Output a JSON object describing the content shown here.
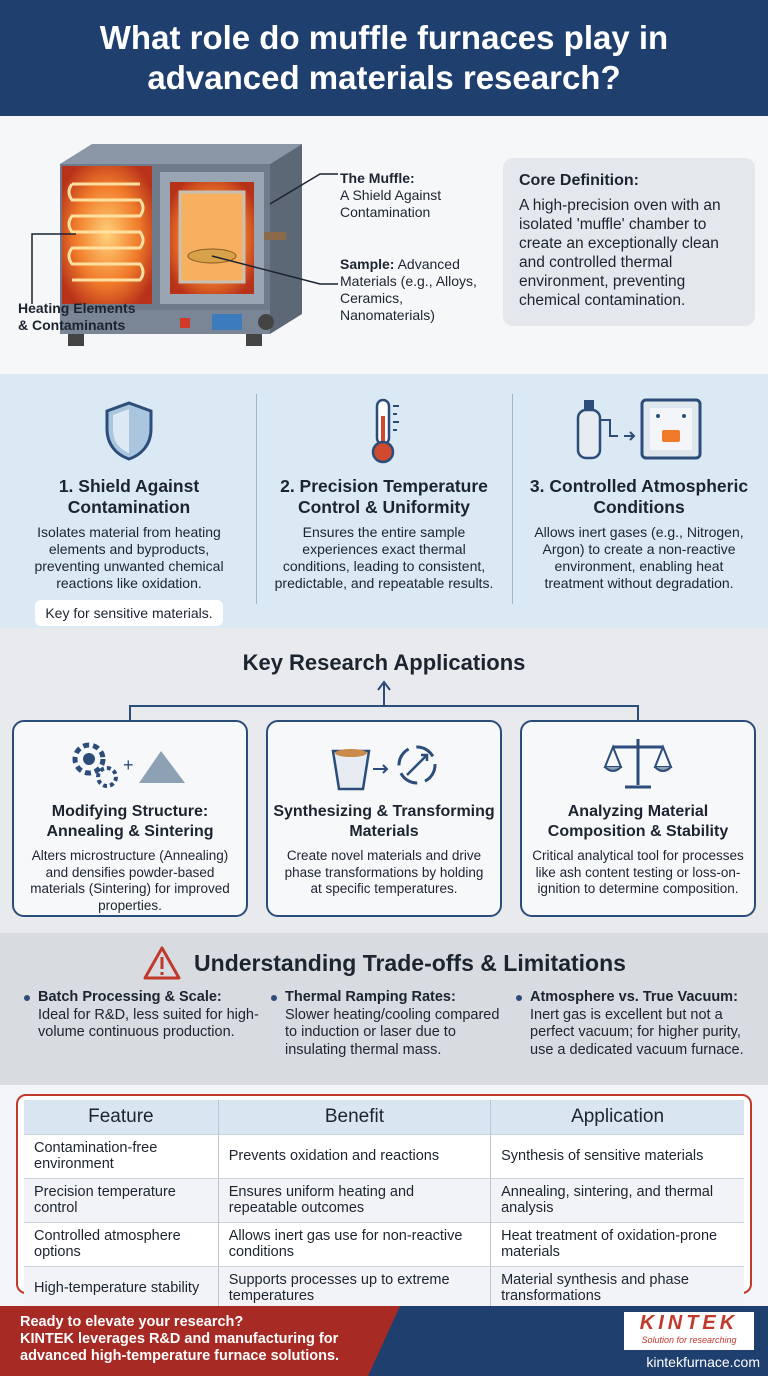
{
  "header": {
    "title": "What role do muffle furnaces play in advanced materials research?"
  },
  "hero": {
    "callouts": {
      "muffle_title": "The Muffle:",
      "muffle_text": "A Shield Against Contamination",
      "sample_title": "Sample:",
      "sample_text": "Advanced Materials (e.g., Alloys, Ceramics, Nanomaterials)",
      "heating": "Heating Elements & Contaminants"
    },
    "definition": {
      "title": "Core Definition:",
      "text": "A high-precision oven with an isolated 'muffle' chamber to create an exceptionally clean and controlled thermal environment, preventing chemical contamination."
    }
  },
  "principles": [
    {
      "title": "1. Shield Against Contamination",
      "text": "Isolates material from heating elements and byproducts, preventing unwanted chemical reactions like oxidation.",
      "note": "Key for sensitive materials.",
      "icon": "shield-icon"
    },
    {
      "title": "2. Precision Temperature Control & Uniformity",
      "text": "Ensures the entire sample experiences exact thermal conditions, leading to consistent, predictable, and repeatable results.",
      "icon": "thermometer-icon"
    },
    {
      "title": "3. Controlled Atmospheric Conditions",
      "text": "Allows inert gases (e.g., Nitrogen, Argon) to create a non-reactive environment, enabling heat treatment without degradation.",
      "icon": "gas-cylinder-icon"
    }
  ],
  "applications": {
    "title": "Key Research Applications",
    "cards": [
      {
        "title": "Modifying Structure: Annealing & Sintering",
        "text": "Alters microstructure (Annealing) and densifies powder-based materials (Sintering) for improved properties.",
        "icon": "gears-powder-icon"
      },
      {
        "title": "Synthesizing & Transforming Materials",
        "text": "Create novel materials and drive phase transformations by holding at specific temperatures.",
        "icon": "crucible-transform-icon"
      },
      {
        "title": "Analyzing Material Composition & Stability",
        "text": "Critical analytical tool for processes like ash content testing or loss-on-ignition to determine composition.",
        "icon": "balance-scale-icon"
      }
    ]
  },
  "tradeoffs": {
    "title": "Understanding Trade-offs & Limitations",
    "items": [
      {
        "title": "Batch Processing & Scale:",
        "text": "Ideal for R&D, less suited for high-volume continuous production."
      },
      {
        "title": "Thermal Ramping Rates:",
        "text": "Slower heating/cooling compared to induction or laser due to insulating thermal mass."
      },
      {
        "title": "Atmosphere vs. True Vacuum:",
        "text": "Inert gas is excellent but not a perfect vacuum; for higher purity, use a dedicated vacuum furnace."
      }
    ]
  },
  "table": {
    "headers": [
      "Feature",
      "Benefit",
      "Application"
    ],
    "rows": [
      [
        "Contamination-free environment",
        "Prevents oxidation and reactions",
        "Synthesis of sensitive materials"
      ],
      [
        "Precision temperature control",
        "Ensures uniform heating and repeatable outcomes",
        "Annealing, sintering, and thermal analysis"
      ],
      [
        "Controlled atmosphere options",
        "Allows inert gas use for non-reactive conditions",
        "Heat treatment of oxidation-prone materials"
      ],
      [
        "High-temperature stability",
        "Supports processes up to extreme temperatures",
        "Material synthesis and phase transformations"
      ]
    ]
  },
  "footer": {
    "line1": "Ready to elevate your research?",
    "line2": "KINTEK leverages R&D and manufacturing for advanced high-temperature furnace solutions.",
    "logo": "KINTEK",
    "tagline": "Solution for researching",
    "url": "kintekfurnace.com"
  },
  "colors": {
    "navy": "#1f3f6e",
    "red": "#a82a25",
    "light_blue": "#dbe9f5"
  }
}
